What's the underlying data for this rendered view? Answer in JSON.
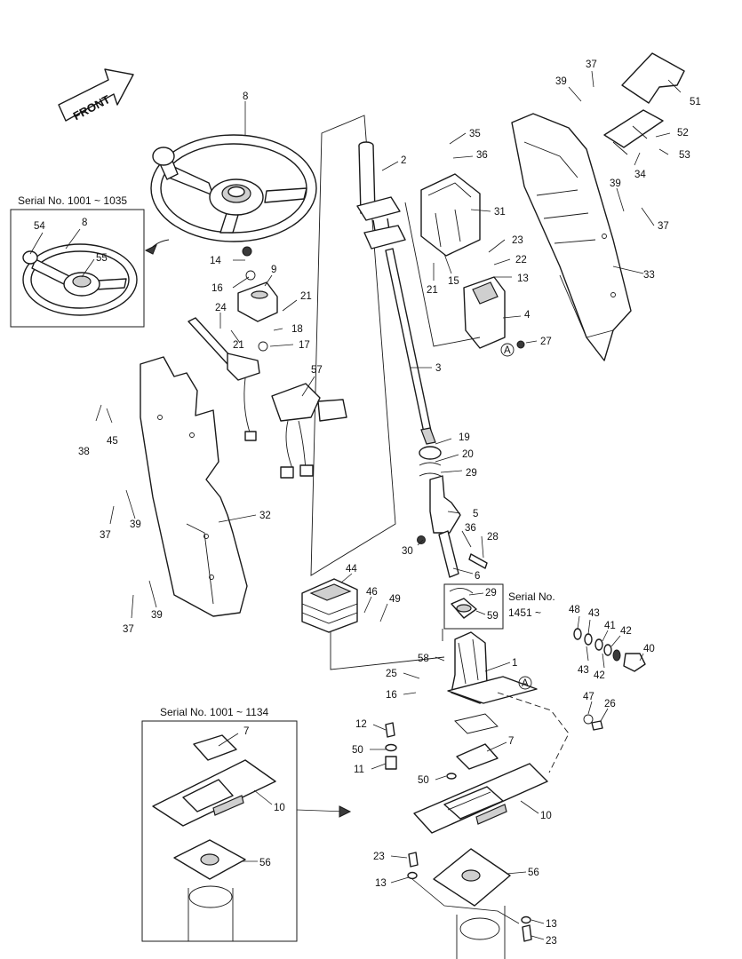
{
  "direction_label": "FRONT",
  "insets": {
    "steering_wheel": {
      "caption": "Serial No. 1001 ~ 1035"
    },
    "top_bracket": {
      "caption": "Serial No.",
      "caption_line2": "1451 ~"
    },
    "floor_plate": {
      "caption": "Serial No. 1001 ~ 1134"
    }
  },
  "reference_marks": [
    "A",
    "A"
  ],
  "callouts": [
    {
      "id": "c8",
      "text": "8"
    },
    {
      "id": "c37a",
      "text": "37"
    },
    {
      "id": "c39a",
      "text": "39"
    },
    {
      "id": "c51",
      "text": "51"
    },
    {
      "id": "c52",
      "text": "52"
    },
    {
      "id": "c53",
      "text": "53"
    },
    {
      "id": "c34",
      "text": "34"
    },
    {
      "id": "c39b",
      "text": "39"
    },
    {
      "id": "c37b",
      "text": "37"
    },
    {
      "id": "c33",
      "text": "33"
    },
    {
      "id": "c35",
      "text": "35"
    },
    {
      "id": "c36a",
      "text": "36"
    },
    {
      "id": "c2",
      "text": "2"
    },
    {
      "id": "c31",
      "text": "31"
    },
    {
      "id": "c23a",
      "text": "23"
    },
    {
      "id": "c22",
      "text": "22"
    },
    {
      "id": "c13a",
      "text": "13"
    },
    {
      "id": "c21a",
      "text": "21"
    },
    {
      "id": "c15",
      "text": "15"
    },
    {
      "id": "c4",
      "text": "4"
    },
    {
      "id": "c27",
      "text": "27"
    },
    {
      "id": "c3",
      "text": "3"
    },
    {
      "id": "c54",
      "text": "54"
    },
    {
      "id": "c8b",
      "text": "8"
    },
    {
      "id": "c55",
      "text": "55"
    },
    {
      "id": "c14",
      "text": "14"
    },
    {
      "id": "c9",
      "text": "9"
    },
    {
      "id": "c16a",
      "text": "16"
    },
    {
      "id": "c21b",
      "text": "21"
    },
    {
      "id": "c24",
      "text": "24"
    },
    {
      "id": "c18",
      "text": "18"
    },
    {
      "id": "c21c",
      "text": "21"
    },
    {
      "id": "c17",
      "text": "17"
    },
    {
      "id": "c57",
      "text": "57"
    },
    {
      "id": "c38",
      "text": "38"
    },
    {
      "id": "c45",
      "text": "45"
    },
    {
      "id": "c37c",
      "text": "37"
    },
    {
      "id": "c39c",
      "text": "39"
    },
    {
      "id": "c32",
      "text": "32"
    },
    {
      "id": "c37d",
      "text": "37"
    },
    {
      "id": "c39d",
      "text": "39"
    },
    {
      "id": "c19",
      "text": "19"
    },
    {
      "id": "c20",
      "text": "20"
    },
    {
      "id": "c29a",
      "text": "29"
    },
    {
      "id": "c5",
      "text": "5"
    },
    {
      "id": "c36b",
      "text": "36"
    },
    {
      "id": "c28",
      "text": "28"
    },
    {
      "id": "c30",
      "text": "30"
    },
    {
      "id": "c6",
      "text": "6"
    },
    {
      "id": "c44",
      "text": "44"
    },
    {
      "id": "c46",
      "text": "46"
    },
    {
      "id": "c49",
      "text": "49"
    },
    {
      "id": "c29b",
      "text": "29"
    },
    {
      "id": "c59",
      "text": "59"
    },
    {
      "id": "c48",
      "text": "48"
    },
    {
      "id": "c43a",
      "text": "43"
    },
    {
      "id": "c41",
      "text": "41"
    },
    {
      "id": "c42a",
      "text": "42"
    },
    {
      "id": "c40",
      "text": "40"
    },
    {
      "id": "c43b",
      "text": "43"
    },
    {
      "id": "c42b",
      "text": "42"
    },
    {
      "id": "c58",
      "text": "58"
    },
    {
      "id": "c1",
      "text": "1"
    },
    {
      "id": "c25",
      "text": "25"
    },
    {
      "id": "c16b",
      "text": "16"
    },
    {
      "id": "c47",
      "text": "47"
    },
    {
      "id": "c26",
      "text": "26"
    },
    {
      "id": "c7a",
      "text": "7"
    },
    {
      "id": "c10a",
      "text": "10"
    },
    {
      "id": "c56a",
      "text": "56"
    },
    {
      "id": "c12",
      "text": "12"
    },
    {
      "id": "c50a",
      "text": "50"
    },
    {
      "id": "c11",
      "text": "11"
    },
    {
      "id": "c7b",
      "text": "7"
    },
    {
      "id": "c50b",
      "text": "50"
    },
    {
      "id": "c10b",
      "text": "10"
    },
    {
      "id": "c23b",
      "text": "23"
    },
    {
      "id": "c13b",
      "text": "13"
    },
    {
      "id": "c56b",
      "text": "56"
    },
    {
      "id": "c13c",
      "text": "13"
    },
    {
      "id": "c23c",
      "text": "23"
    }
  ]
}
